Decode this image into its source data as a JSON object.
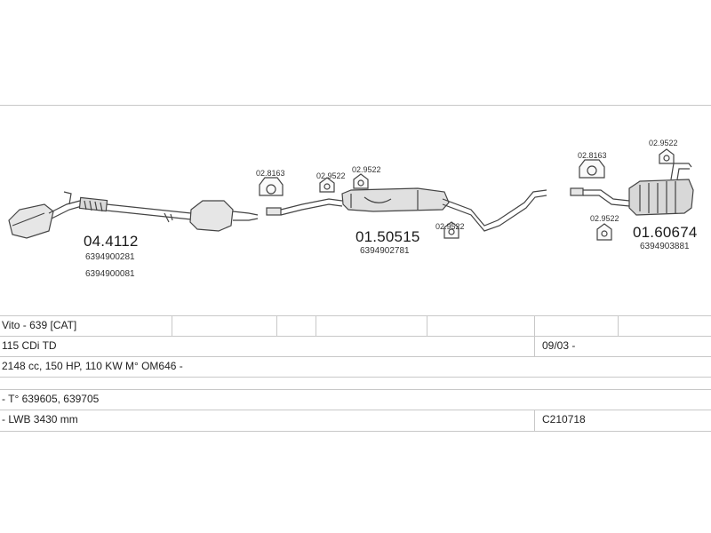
{
  "parts": {
    "cat_converter": {
      "number": "04.4112",
      "oem1": "6394900281",
      "oem2": "6394900081"
    },
    "bracket_1": {
      "number": "02.8163"
    },
    "bracket_2": {
      "number": "02.9522"
    },
    "bracket_3": {
      "number": "02.9522"
    },
    "middle_silencer": {
      "number": "01.50515",
      "oem": "6394902781"
    },
    "bracket_4": {
      "number": "02.9522"
    },
    "bracket_5": {
      "number": "02.8163"
    },
    "bracket_6": {
      "number": "02.9522"
    },
    "bracket_7": {
      "number": "02.9522"
    },
    "rear_silencer": {
      "number": "01.60674",
      "oem": "6394903881"
    }
  },
  "spec_rows": [
    {
      "left": "Vito - 639  [CAT]",
      "right": ""
    },
    {
      "left": "115 CDi TD",
      "right": "09/03 -"
    },
    {
      "left": "2148 cc, 150 HP, 110 KW M° OM646 -",
      "right": ""
    },
    {
      "left": "- T° 639605, 639705",
      "right": ""
    },
    {
      "left": "- LWB 3430 mm",
      "right": "C210718"
    }
  ]
}
